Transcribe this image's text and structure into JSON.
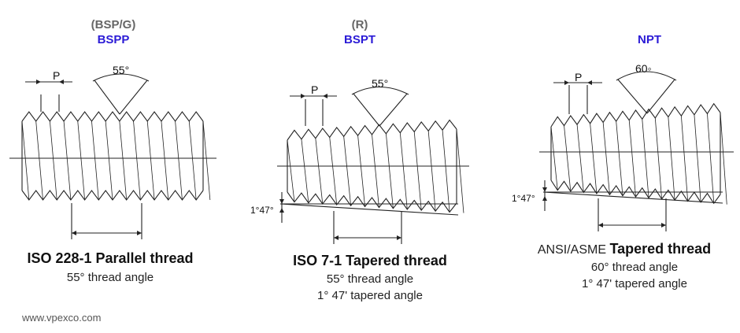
{
  "colors": {
    "accent": "#2b1bd6",
    "sub_label": "#666666",
    "line": "#222222"
  },
  "bspp": {
    "alias": "(BSP/G)",
    "name": "BSPP",
    "pitch_label": "P",
    "angle_label": "55°",
    "title": "ISO 228-1 Parallel thread",
    "line1": "55° thread angle"
  },
  "bspt": {
    "alias": "(R)",
    "name": "BSPT",
    "pitch_label": "P",
    "angle_label": "55°",
    "taper_label": "1°47°",
    "title": "ISO 7-1 Tapered thread",
    "line1": "55° thread angle",
    "line2": "1° 47' tapered angle"
  },
  "npt": {
    "name": "NPT",
    "pitch_label": "P",
    "angle_label": "60◦",
    "taper_label": "1°47°",
    "title_prefix": "ANSI/ASME",
    "title": "Tapered thread",
    "line1_num": "60°",
    "line1_text": "thread angle",
    "line2": "1° 47' tapered angle"
  },
  "watermark": "www.vpexco.com"
}
